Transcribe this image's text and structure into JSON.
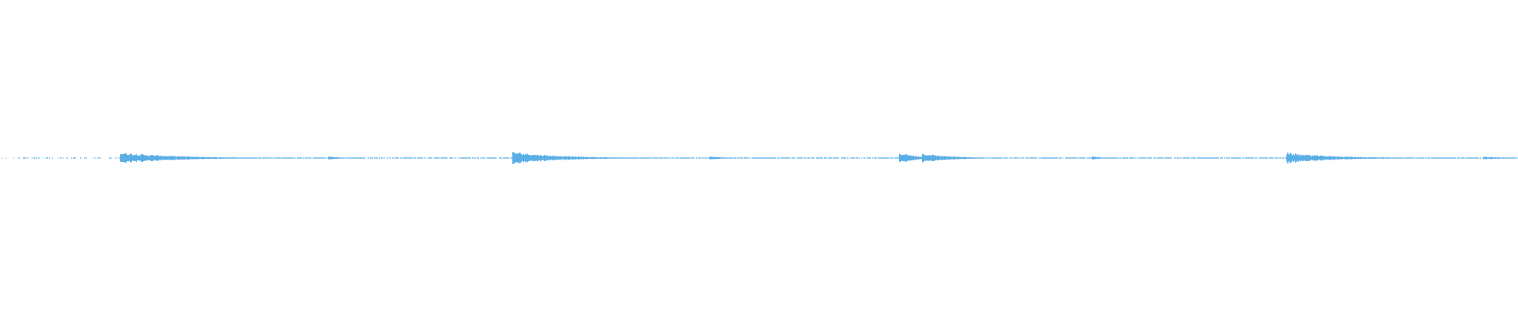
{
  "waveform": {
    "color": "#5aaee6",
    "bursts": [
      {
        "at": 0.08,
        "amplitude": 0.9,
        "decay": 0.035
      },
      {
        "at": 0.217,
        "amplitude": 0.25,
        "decay": 0.008
      },
      {
        "at": 0.338,
        "amplitude": 1.0,
        "decay": 0.03
      },
      {
        "at": 0.468,
        "amplitude": 0.25,
        "decay": 0.01
      },
      {
        "at": 0.593,
        "amplitude": 0.85,
        "decay": 0.012
      },
      {
        "at": 0.608,
        "amplitude": 0.75,
        "decay": 0.018
      },
      {
        "at": 0.72,
        "amplitude": 0.25,
        "decay": 0.008
      },
      {
        "at": 0.848,
        "amplitude": 0.85,
        "decay": 0.03
      },
      {
        "at": 0.978,
        "amplitude": 0.22,
        "decay": 0.015
      }
    ]
  }
}
